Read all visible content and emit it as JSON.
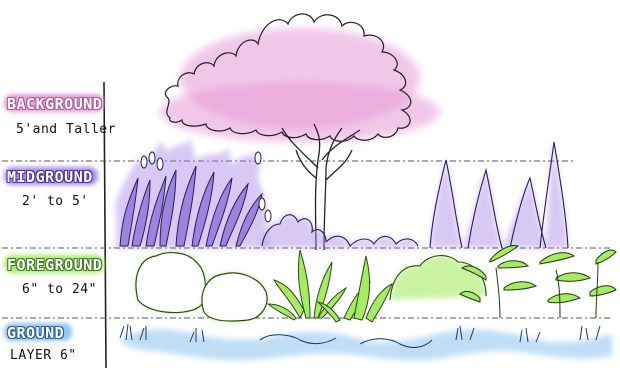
{
  "layers": [
    {
      "name": "BACKGROUND",
      "range": "5'and Taller",
      "color": "#e79ad8",
      "outline": "#b05a9a"
    },
    {
      "name": "MIDGROUND",
      "range": "2' to 5'",
      "color": "#a889e8",
      "outline": "#4a2f9e"
    },
    {
      "name": "FOREGROUND",
      "range": "6\" to 24\"",
      "color": "#a6ea66",
      "outline": "#3c7a1e"
    },
    {
      "name": "GROUND",
      "range": "LAYER 6\"",
      "color": "#8ec3ee",
      "outline": "#2d5fa0"
    }
  ],
  "icons": {
    "tree": "tree-icon",
    "tall_grass": "tall-grass-icon",
    "shrub": "shrub-icon",
    "conifer": "conifer-icon",
    "agave": "agave-icon",
    "palm": "palm-icon",
    "groundcover": "groundcover-icon"
  }
}
